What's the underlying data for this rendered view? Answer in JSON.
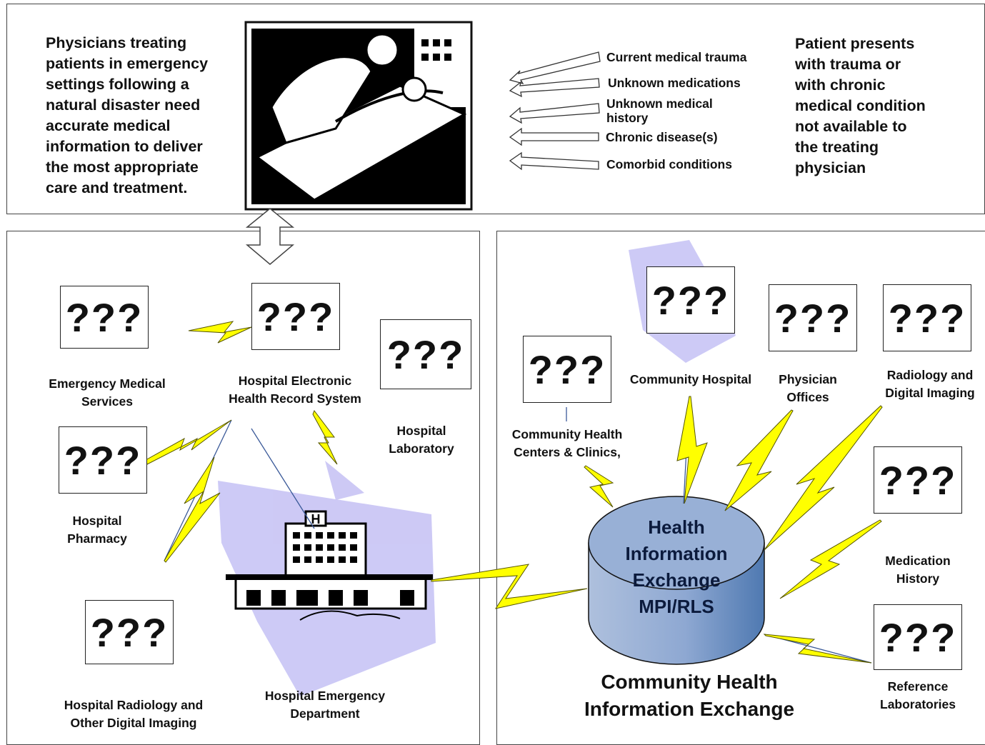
{
  "intro_text": [
    "Physicians treating",
    "patients in emergency",
    "settings following a",
    "natural disaster need",
    "accurate medical",
    "information to deliver",
    "the most appropriate",
    "care and treatment."
  ],
  "right_text": [
    "Patient presents",
    "with trauma or",
    "with chronic",
    "medical condition",
    "not available to",
    "the treating",
    "physician"
  ],
  "arrow_labels": [
    "Current medical trauma",
    "Unknown medications",
    "Unknown medical",
    "history",
    "Chronic disease(s)",
    "Comorbid conditions"
  ],
  "placeholder": "???",
  "nodes": {
    "ems": [
      "Emergency Medical",
      "Services"
    ],
    "ehr": [
      "Hospital Electronic",
      "Health Record System"
    ],
    "lab": [
      "Hospital",
      "Laboratory"
    ],
    "pharmacy": [
      "Hospital",
      "Pharmacy"
    ],
    "radiology": [
      "Hospital Radiology and",
      "Other Digital Imaging"
    ],
    "ed": [
      "Hospital Emergency",
      "Department"
    ],
    "chc": [
      "Community Health",
      "Centers & Clinics,"
    ],
    "community_hospital": [
      "Community Hospital"
    ],
    "physician": [
      "Physician",
      "Offices"
    ],
    "rdi": [
      "Radiology and",
      "Digital Imaging"
    ],
    "medication": [
      "Medication",
      "History"
    ],
    "reference": [
      "Reference",
      "Laboratories"
    ]
  },
  "hie": [
    "Health",
    "Information",
    "Exchange",
    "MPI/RLS"
  ],
  "chie_title": [
    "Community Health",
    "Information Exchange"
  ],
  "colors": {
    "bolt": "#ffff00",
    "bolt_stroke": "#666600",
    "hie_fill": "#93acd3",
    "lavender": "#c8c4f5"
  }
}
